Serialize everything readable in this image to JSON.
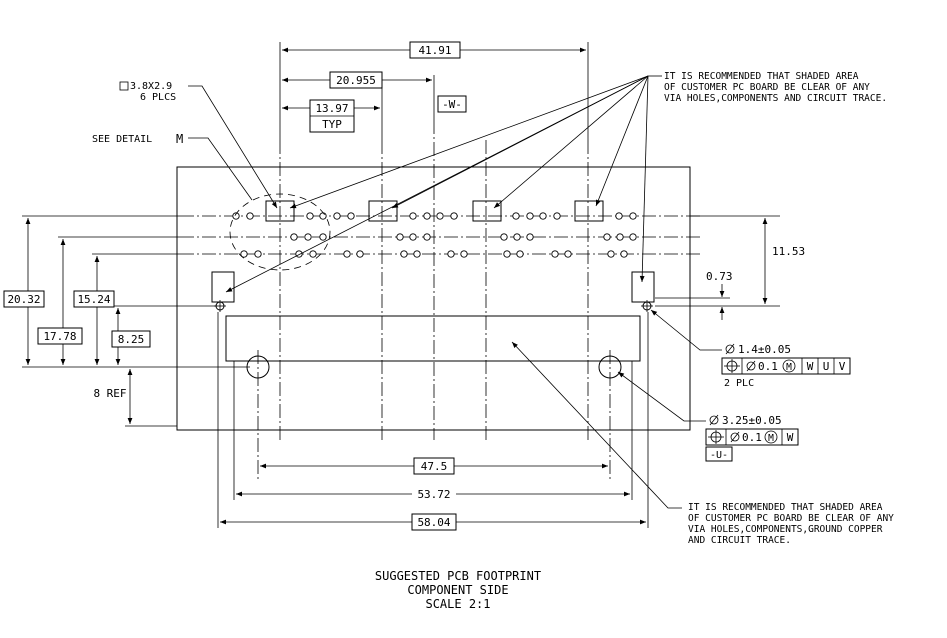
{
  "dimensions": {
    "d_41_91": "41.91",
    "d_20_955": "20.955",
    "d_13_97": "13.97",
    "d_typ": "TYP",
    "datum_w": "-W-",
    "d_11_53": "11.53",
    "d_0_73": "0.73",
    "d_20_32": "20.32",
    "d_17_78": "17.78",
    "d_15_24": "15.24",
    "d_8_25": "8.25",
    "d_8_ref": "8 REF",
    "d_47_5": "47.5",
    "d_53_72": "53.72",
    "d_58_04": "58.04"
  },
  "callouts": {
    "square_size": "3.8X2.9",
    "square_count": "6 PLCS",
    "see_detail": "SEE DETAIL",
    "detail_letter": "M",
    "note_top": [
      "IT IS RECOMMENDED THAT SHADED AREA",
      "OF CUSTOMER PC BOARD BE CLEAR OF ANY",
      "VIA HOLES,COMPONENTS AND CIRCUIT TRACE."
    ],
    "note_bottom": [
      "IT IS RECOMMENDED THAT SHADED AREA",
      "OF CUSTOMER PC BOARD BE CLEAR OF ANY",
      "VIA HOLES,COMPONENTS,GROUND COPPER",
      "AND CIRCUIT TRACE."
    ]
  },
  "tolerances": {
    "hole_small": {
      "size": "1.4±0.05",
      "tol": "0.1",
      "datums": [
        "W",
        "U",
        "V"
      ],
      "qty": "2 PLC"
    },
    "hole_large": {
      "size": "3.25±0.05",
      "tol": "0.1",
      "datums": [
        "W"
      ],
      "datum_label": "-U-"
    }
  },
  "title": {
    "line1": "SUGGESTED PCB FOOTPRINT",
    "line2": "COMPONENT SIDE",
    "line3": "SCALE 2:1"
  }
}
